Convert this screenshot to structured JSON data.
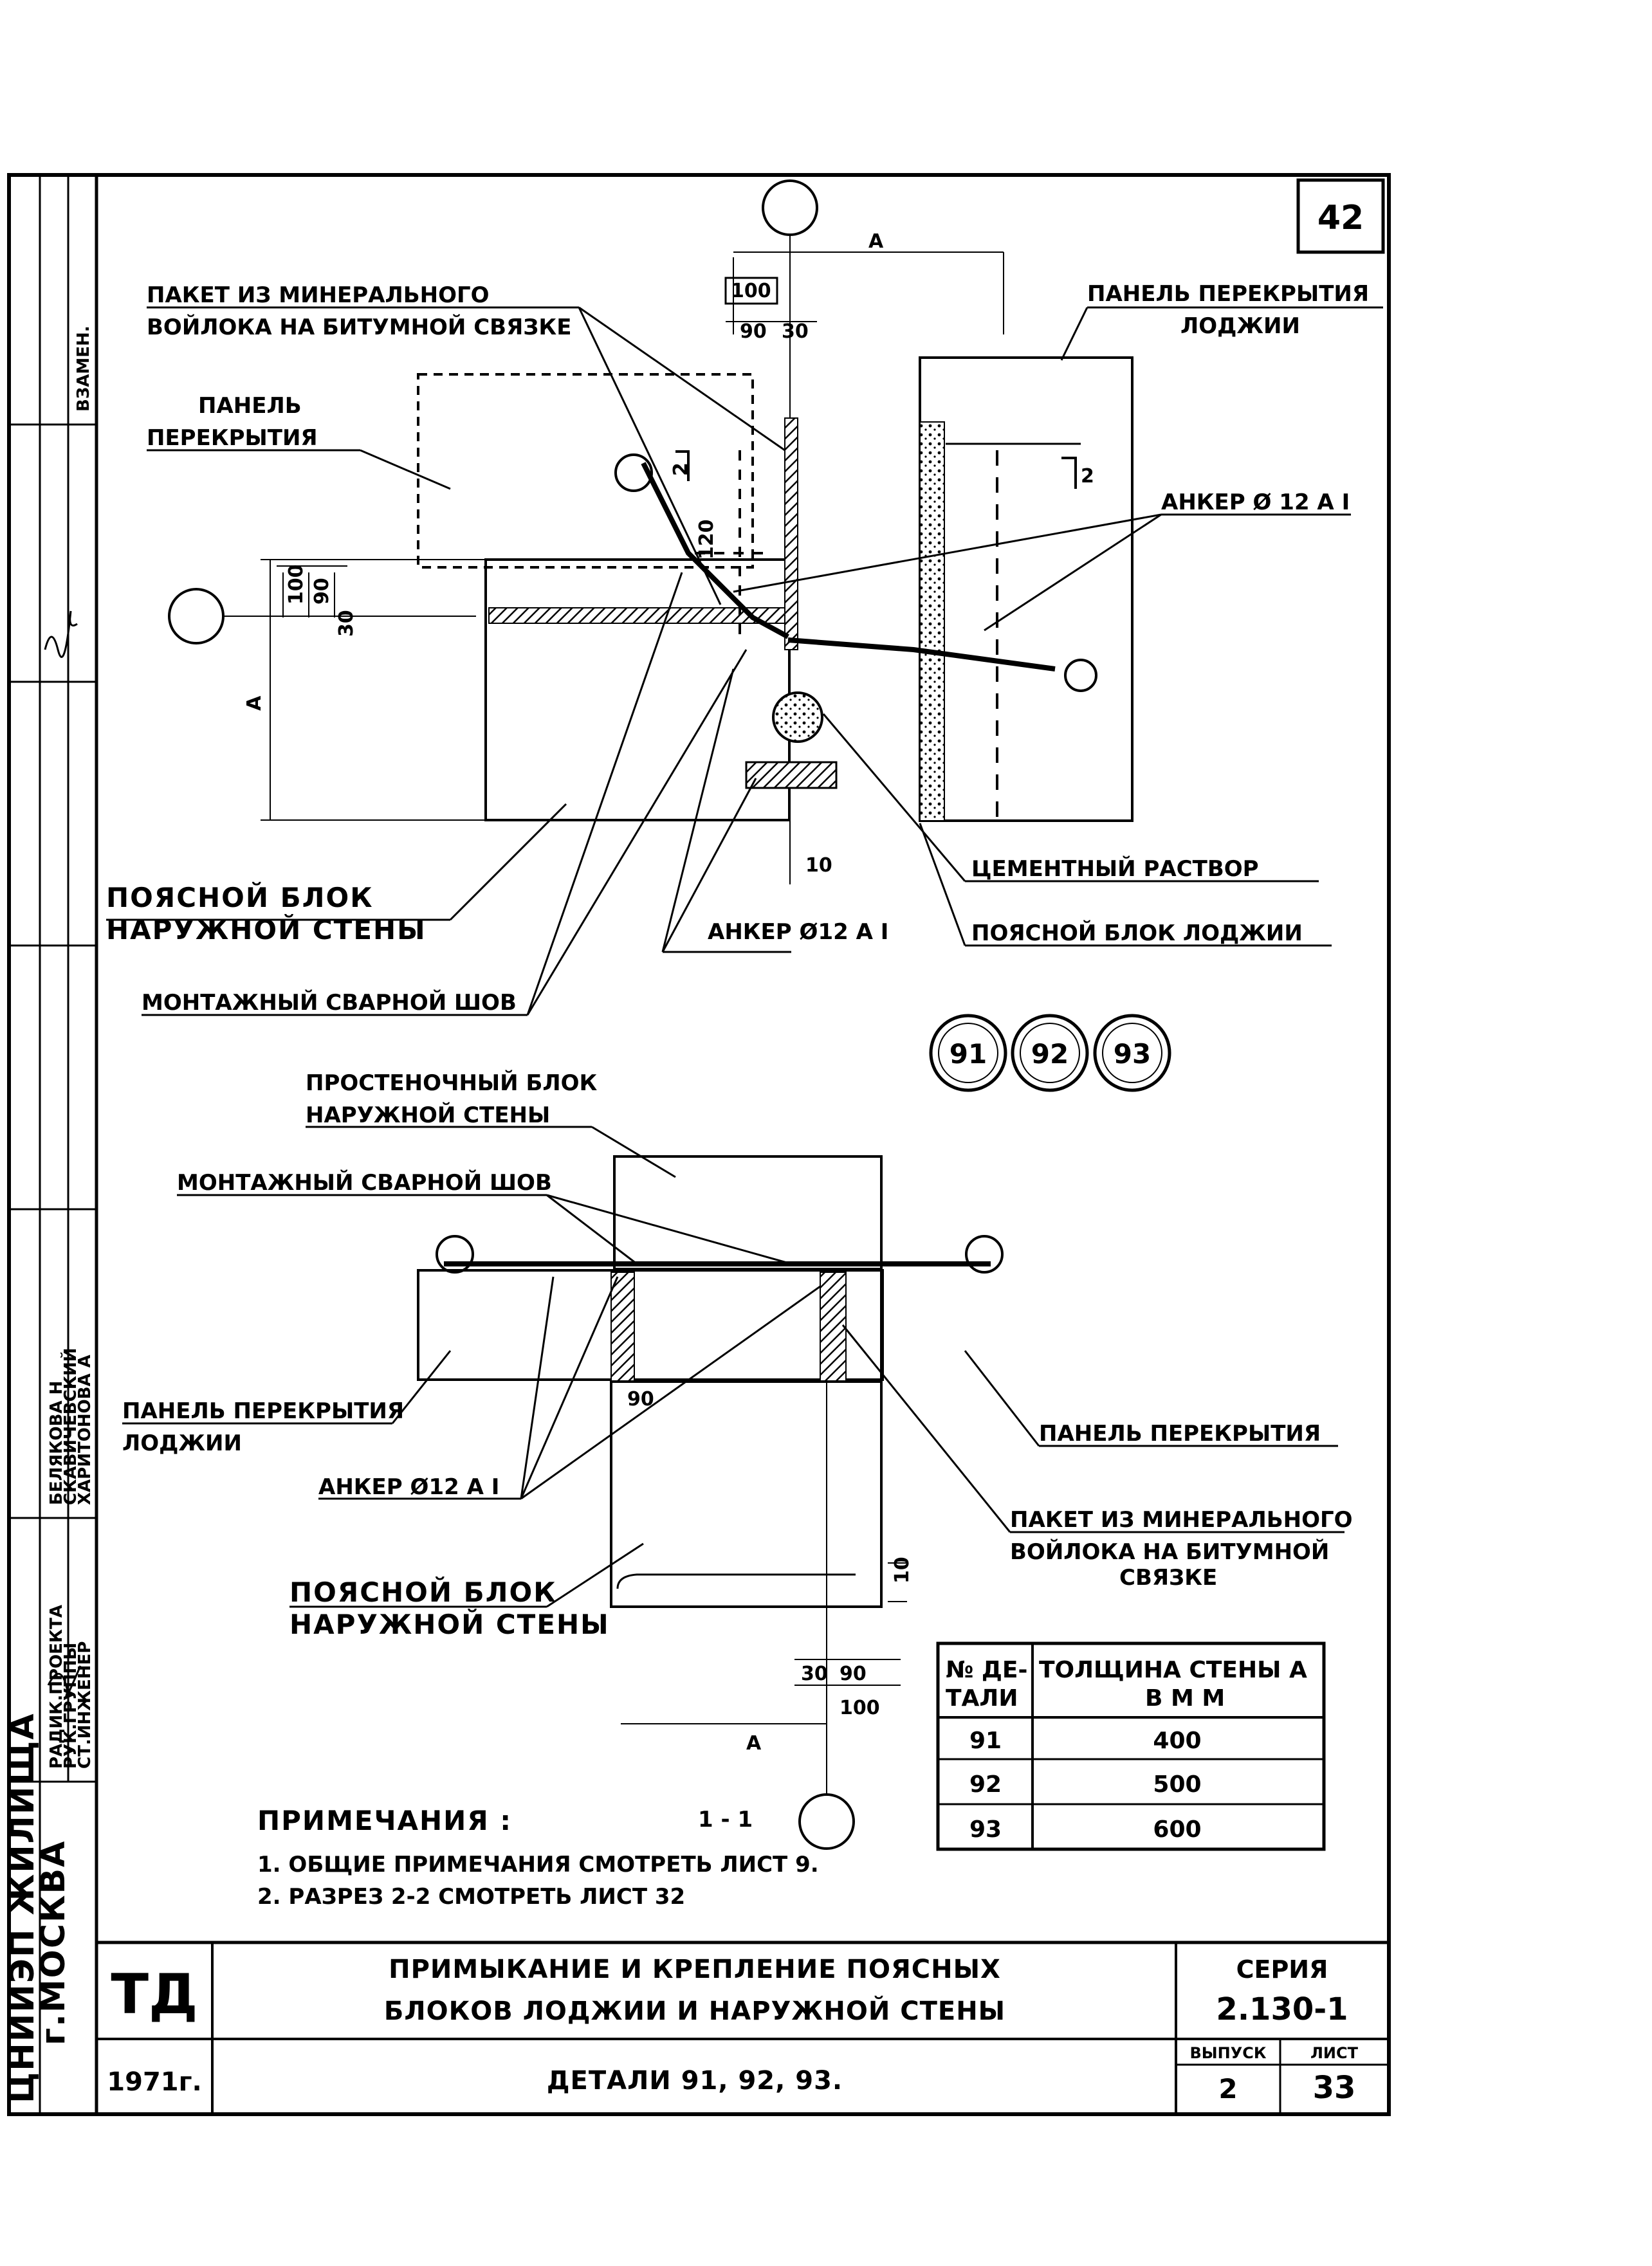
{
  "sheet_number": "42",
  "stamp": {
    "zamen": "ВЗАМЕН.",
    "staff": [
      {
        "role": "РАДИК.ПРОЕКТА",
        "name": "БЕЛЯКОВА Н"
      },
      {
        "role": "РУК.ГРУППЫ",
        "name": "СКАВИЧЕВСКИЙ"
      },
      {
        "role": "СТ.ИНЖЕНЕР",
        "name": "ХАРИТОНОВА А"
      }
    ],
    "org_name": "ЦНИИЭП ЖИЛИЩА",
    "org_city": "г.МОСКВА",
    "td": "ТД",
    "year": "1971г.",
    "title_line1": "ПРИМЫКАНИЕ И КРЕПЛЕНИЕ ПОЯСНЫХ",
    "title_line2": "БЛОКОВ ЛОДЖИИ И НАРУЖНОЙ СТЕНЫ",
    "subtitle": "ДЕТАЛИ 91, 92, 93.",
    "series_label": "СЕРИЯ",
    "series_value": "2.130-1",
    "issue_label": "ВЫПУСК",
    "issue_value": "2",
    "sheet_label": "ЛИСТ",
    "sheet_value": "33"
  },
  "top_detail": {
    "labels": {
      "mineral_pack_1": "ПАКЕТ ИЗ МИНЕРАЛЬНОГО",
      "mineral_pack_2": "ВОЙЛОКА НА БИТУМНОЙ СВЯЗКЕ",
      "panel_1": "ПАНЕЛЬ",
      "panel_2": "ПЕРЕКРЫТИЯ",
      "loggia_panel_1": "ПАНЕЛЬ ПЕРЕКРЫТИЯ",
      "loggia_panel_2": "ЛОДЖИИ",
      "anchor_right": "АНКЕР Ø 12 А I",
      "belt_block_1": "ПОЯСНОЙ БЛОК",
      "belt_block_2": "НАРУЖНОЙ СТЕНЫ",
      "weld": "МОНТАЖНЫЙ СВАРНОЙ ШОВ",
      "anchor_bottom": "АНКЕР Ø12 А I",
      "cement": "ЦЕМЕНТНЫЙ РАСТВОР",
      "loggia_belt": "ПОЯСНОЙ БЛОК ЛОДЖИИ"
    },
    "dims": {
      "a_top": "А",
      "d100": "100",
      "d90": "90",
      "d30": "30",
      "a_left": "А",
      "d100_left": "100",
      "d90_left": "90",
      "d30_left": "30",
      "d120": "120",
      "d10": "10",
      "d2": "2",
      "cut_mark": "2"
    }
  },
  "detail_badges": [
    "91",
    "92",
    "93"
  ],
  "bottom_detail": {
    "labels": {
      "pier_block_1": "ПРОСТЕНОЧНЫЙ БЛОК",
      "pier_block_2": "НАРУЖНОЙ СТЕНЫ",
      "weld": "МОНТАЖНЫЙ СВАРНОЙ ШОВ",
      "loggia_panel_1": "ПАНЕЛЬ ПЕРЕКРЫТИЯ",
      "loggia_panel_2": "ЛОДЖИИ",
      "panel_right": "ПАНЕЛЬ ПЕРЕКРЫТИЯ",
      "anchor": "АНКЕР Ø12 А I",
      "mineral_pack_1": "ПАКЕТ ИЗ МИНЕРАЛЬНОГО",
      "mineral_pack_2": "ВОЙЛОКА НА БИТУМНОЙ",
      "mineral_pack_3": "СВЯЗКЕ",
      "belt_block_1": "ПОЯСНОЙ БЛОК",
      "belt_block_2": "НАРУЖНОЙ СТЕНЫ"
    },
    "dims": {
      "d90": "90",
      "d30": "30",
      "d90b": "90",
      "d100": "100",
      "d10": "10",
      "a": "А"
    },
    "section": "1 - 1"
  },
  "table": {
    "col1_header_1": "№ ДЕ-",
    "col1_header_2": "ТАЛИ",
    "col2_header_1": "ТОЛЩИНА СТЕНЫ  А",
    "col2_header_2": "В  М М",
    "rows": [
      {
        "detail": "91",
        "thickness": "400"
      },
      {
        "detail": "92",
        "thickness": "500"
      },
      {
        "detail": "93",
        "thickness": "600"
      }
    ]
  },
  "notes": {
    "heading": "ПРИМЕЧАНИЯ :",
    "items": [
      "1. ОБЩИЕ ПРИМЕЧАНИЯ СМОТРЕТЬ ЛИСТ 9.",
      "2. РАЗРЕЗ 2-2 СМОТРЕТЬ ЛИСТ 32"
    ]
  }
}
